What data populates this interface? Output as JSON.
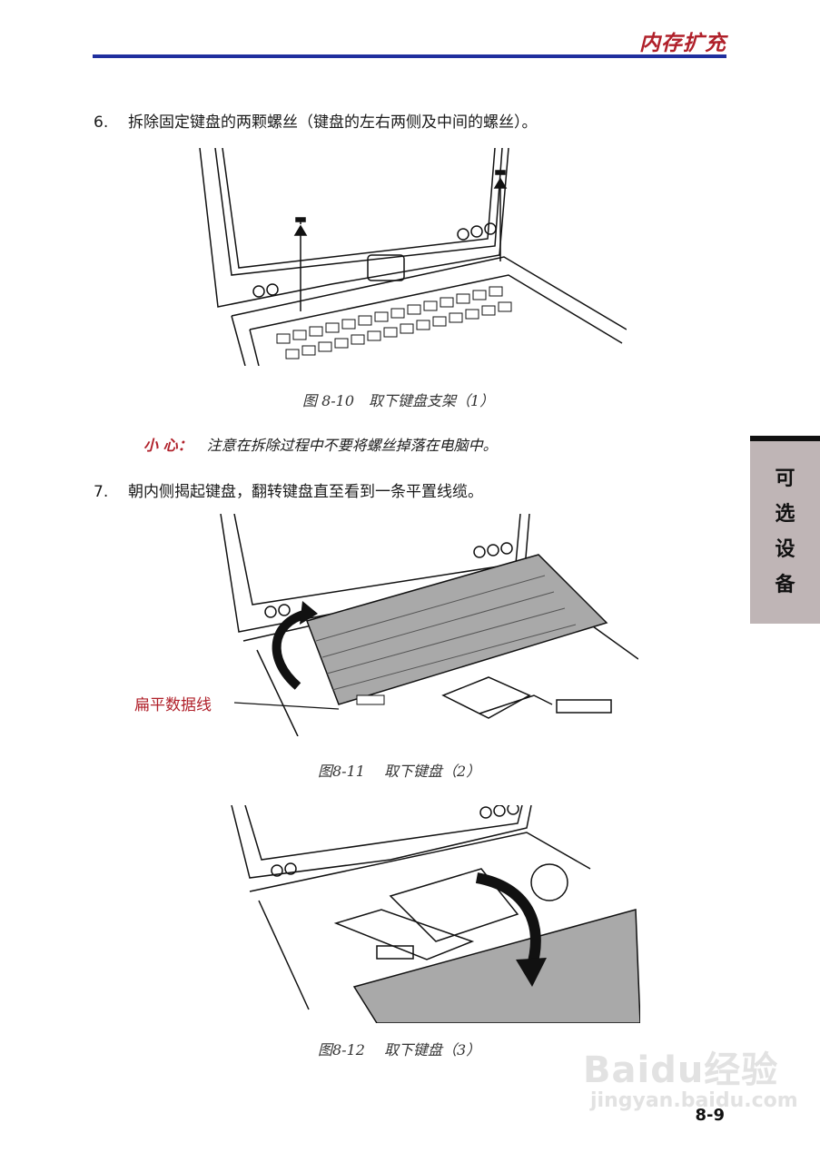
{
  "header": {
    "title": "内存扩充"
  },
  "steps": [
    {
      "number": "6.",
      "text": "拆除固定键盘的两颗螺丝（键盘的左右两侧及中间的螺丝）。"
    },
    {
      "number": "7.",
      "text": "朝内侧揭起键盘，翻转键盘直至看到一条平置线缆。"
    }
  ],
  "figures": [
    {
      "caption": "图 8-10　取下键盘支架（1）"
    },
    {
      "caption": "图8-11　 取下键盘（2）",
      "callout": "扁平数据线"
    },
    {
      "caption": "图8-12　 取下键盘（3）"
    }
  ],
  "caution": {
    "label": "小 心：",
    "text": "注意在拆除过程中不要将螺丝掉落在电脑中。"
  },
  "side_tab": {
    "chars": [
      "可",
      "选",
      "设",
      "备"
    ]
  },
  "page_number": "8-9",
  "watermark": {
    "main": "Baidu经验",
    "sub": "jingyan.baidu.com"
  }
}
